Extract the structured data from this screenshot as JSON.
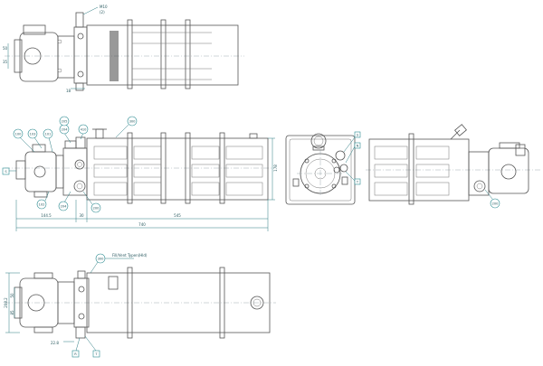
{
  "top_view": {
    "thread_label_1": "M10",
    "thread_label_2": "(2)",
    "dim_left_small": "50",
    "dim_left_small_2": "35",
    "dim_bottom_small": "18"
  },
  "front_view": {
    "balloons": [
      "100",
      "103",
      "101",
      "204",
      "205",
      "410",
      "300",
      "102",
      "204",
      "200"
    ],
    "side_tag": "S",
    "dim_height": "178",
    "dim_seg_1": "144.5",
    "dim_seg_2": "30",
    "dim_seg_3": "545",
    "dim_total": "740"
  },
  "end_view": {
    "tag_s": "S",
    "tag_n": "N",
    "tag_t": "T"
  },
  "right_view": {
    "balloon": "200"
  },
  "bottom_view": {
    "balloon": "300",
    "note": "Fill/Vent Typen(Hld)",
    "dim_height": "208.2",
    "dim_inner_1": "50",
    "dim_inner_2": "85",
    "dim_small": "22.8",
    "tag_r": "R",
    "tag_t": "T"
  }
}
